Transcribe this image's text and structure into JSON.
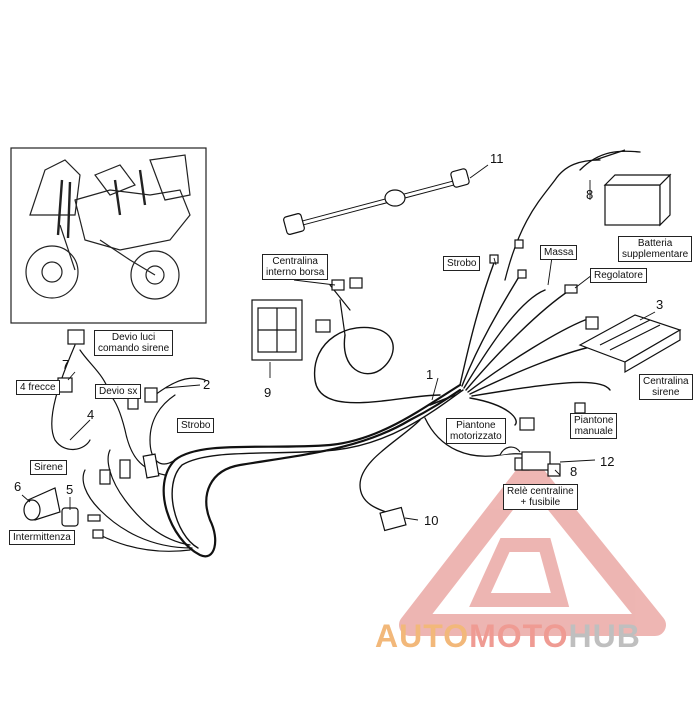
{
  "labels": {
    "devio_luci": "Devio luci\ncomando sirene",
    "quattro_frecce": "4 frecce",
    "devio_sx": "Devio sx",
    "strobo_left": "Strobo",
    "sirene": "Sirene",
    "intermittenza": "Intermittenza",
    "centralina_borsa": "Centralina\ninterno borsa",
    "strobo_top": "Strobo",
    "massa": "Massa",
    "regolatore": "Regolatore",
    "batteria": "Batteria\nsupplementare",
    "centralina_sirene": "Centralina\nsirene",
    "piantone_manuale": "Piantone\nmanuale",
    "piantone_motorizzato": "Piantone\nmotorizzato",
    "rele": "Relè centraline\n+ fusibile"
  },
  "numbers": {
    "n1": "1",
    "n2": "2",
    "n3": "3",
    "n4": "4",
    "n5": "5",
    "n6": "6",
    "n7": "7",
    "n8a": "8",
    "n8b": "8",
    "n9": "9",
    "n10": "10",
    "n11": "11",
    "n12": "12"
  },
  "watermark": {
    "part1": "AUTO",
    "part2": "MOTO",
    "part3": "HUB",
    "colors": {
      "orange": "#f2b87a",
      "red": "#ef9b93",
      "gray": "#bfbfbf"
    }
  },
  "colors": {
    "line": "#111111",
    "background": "#ffffff"
  }
}
